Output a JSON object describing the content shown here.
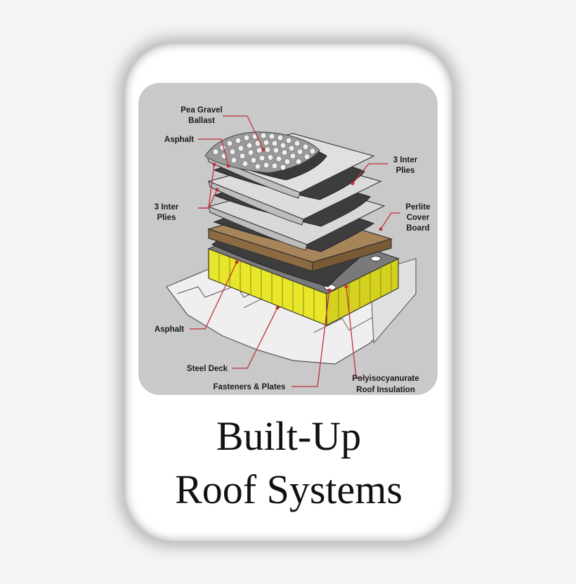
{
  "labels": {
    "pea_gravel_1": "Pea Gravel",
    "pea_gravel_2": "Ballast",
    "asphalt_top": "Asphalt",
    "inter_plies_left_1": "3 Inter",
    "inter_plies_left_2": "Plies",
    "inter_plies_right_1": "3 Inter",
    "inter_plies_right_2": "Plies",
    "perlite_1": "Perlite",
    "perlite_2": "Cover",
    "perlite_3": "Board",
    "asphalt_bottom": "Asphalt",
    "steel_deck": "Steel Deck",
    "fasteners": "Fasteners & Plates",
    "poly_1": "Polyisocyanurate",
    "poly_2": "Roof Insulation"
  },
  "title": {
    "line1": "Built-Up",
    "line2": "Roof Systems"
  },
  "colors": {
    "leader": "#c0303a",
    "insulation": "#e8e62a",
    "cover_board": "#a8845a",
    "asphalt": "#3a3a3a",
    "ply": "#d4d4d4",
    "deck": "#ededed"
  }
}
